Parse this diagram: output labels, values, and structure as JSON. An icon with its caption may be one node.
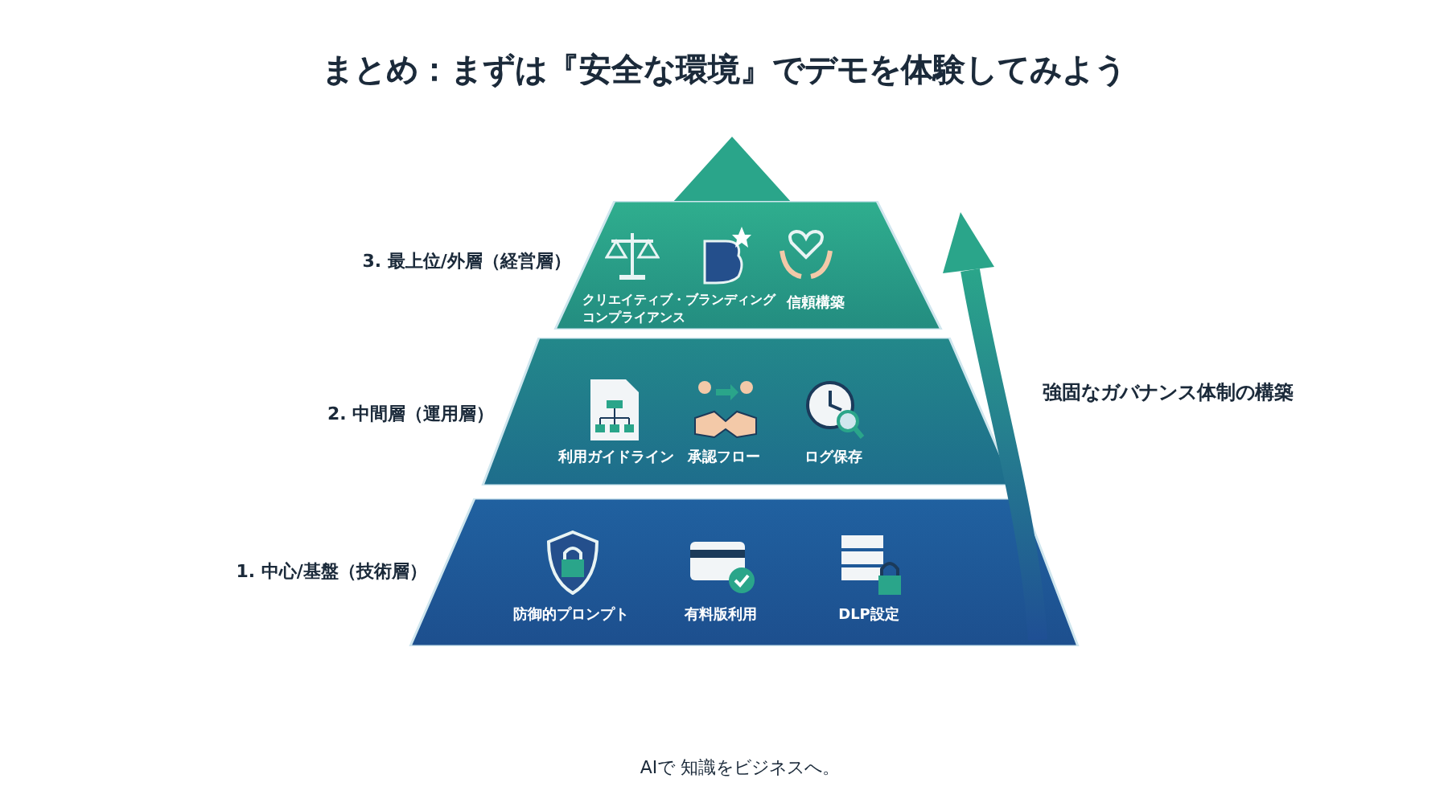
{
  "diagram": {
    "title": "まとめ：まずは『安全な環境』でデモを体験してみよう",
    "nodes": [
      {
        "text": [],
        "shape": "triangle"
      },
      {
        "text": [
          "3. 最上位/外層（経営層）"
        ]
      },
      {
        "text": [
          "2. 中間層（運用層）"
        ]
      },
      {
        "text": [
          "1. 中心/基盤（技術層）"
        ]
      }
    ],
    "edges": [],
    "labels": [
      "クリエイティブ・ブランディング",
      "コンプライアンス",
      "信頼構築",
      "利用ガイドライン",
      "承認フロー",
      "ログ保存",
      "強固なガバナンス体制の構築",
      "防御的プロンプト",
      "有料版利用",
      "DLP設定",
      "AIで 知識をビジネスへ。"
    ]
  }
}
